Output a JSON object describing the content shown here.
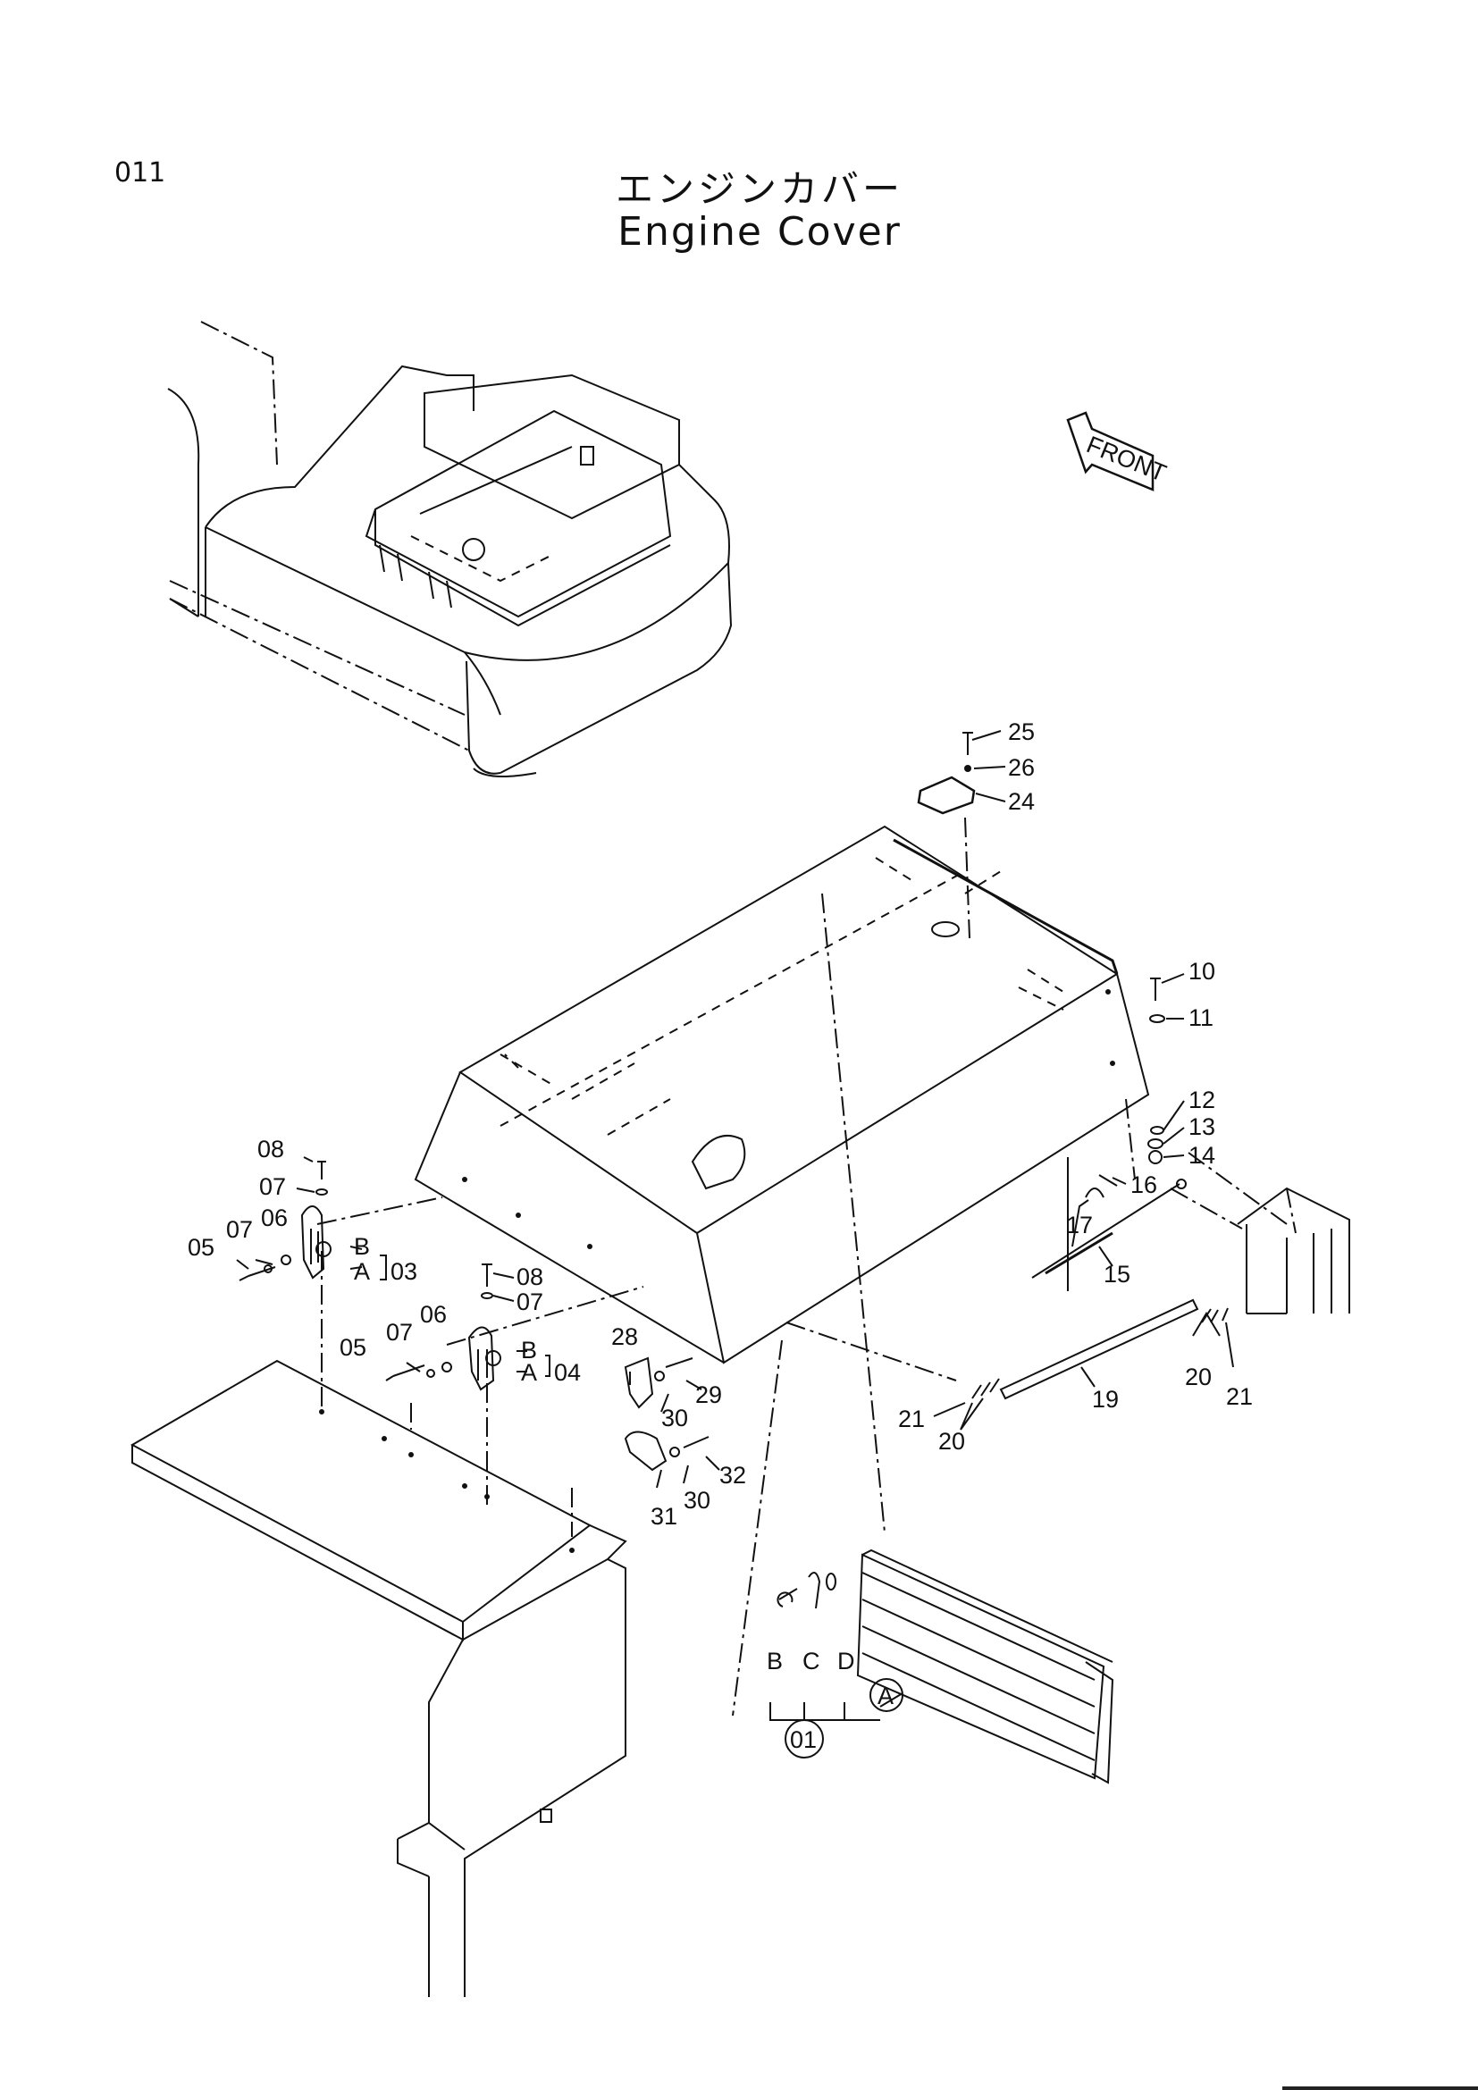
{
  "header": {
    "page_code": "011",
    "title_jp": "エンジンカバー",
    "title_en": "Engine Cover"
  },
  "direction_arrow": {
    "label": "FRONT"
  },
  "callouts": {
    "p01": "01",
    "p03": "03",
    "p04": "04",
    "p05a": "05",
    "p05b": "05",
    "p06a": "06",
    "p06b": "06",
    "p07a": "07",
    "p07b": "07",
    "p07c": "07",
    "p07d": "07",
    "p08a": "08",
    "p08b": "08",
    "p10": "10",
    "p11": "11",
    "p12": "12",
    "p13": "13",
    "p14": "14",
    "p15": "15",
    "p16": "16",
    "p17": "17",
    "p19": "19",
    "p20a": "20",
    "p20b": "20",
    "p21a": "21",
    "p21b": "21",
    "p24": "24",
    "p25": "25",
    "p26": "26",
    "p28": "28",
    "p29": "29",
    "p30a": "30",
    "p30b": "30",
    "p31": "31",
    "p32": "32",
    "ba": "B",
    "aa": "A",
    "bb": "B",
    "ab": "A",
    "sub_b": "B",
    "sub_c": "C",
    "sub_d": "D",
    "detail_a": "A"
  }
}
